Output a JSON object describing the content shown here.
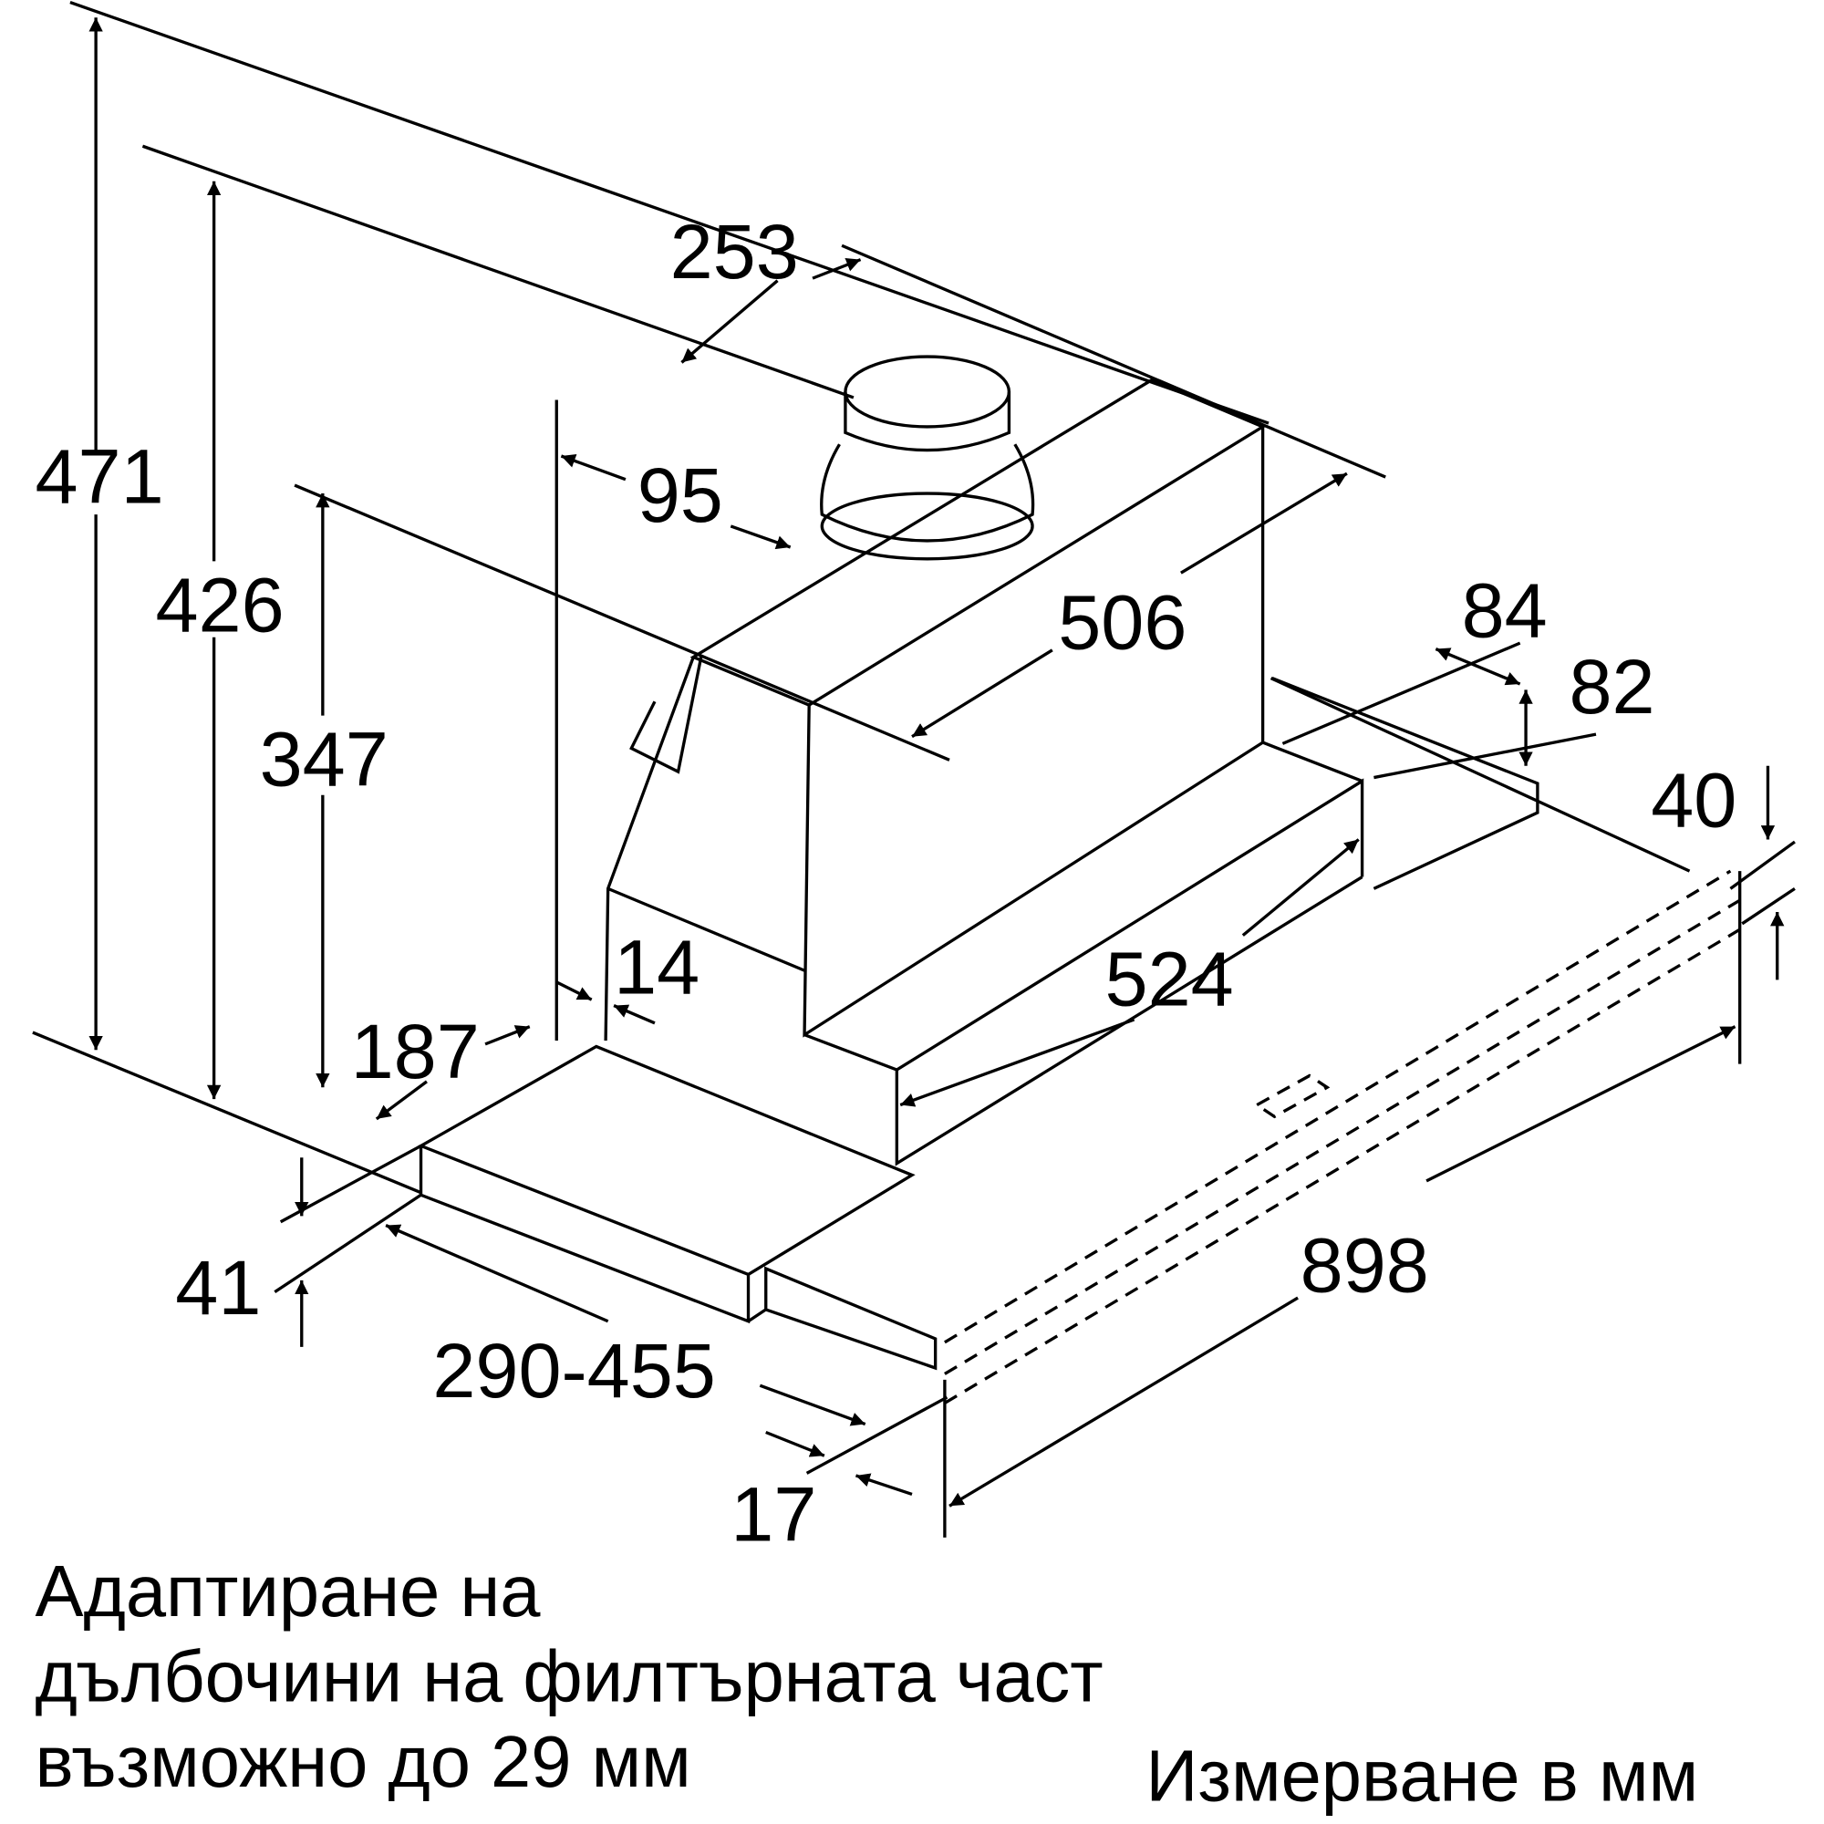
{
  "dimensions": {
    "d471": "471",
    "d426": "426",
    "d347": "347",
    "d253": "253",
    "d95": "95",
    "d506": "506",
    "d84": "84",
    "d82": "82",
    "d40": "40",
    "d14": "14",
    "d187": "187",
    "d524": "524",
    "d41": "41",
    "d898": "898",
    "d290_455": "290-455",
    "d17": "17"
  },
  "caption": {
    "line1": "Адаптиране на",
    "line2": "дълбочини на филтърната част",
    "line3": "възможно до 29 мм"
  },
  "units_note": "Измерване в мм"
}
